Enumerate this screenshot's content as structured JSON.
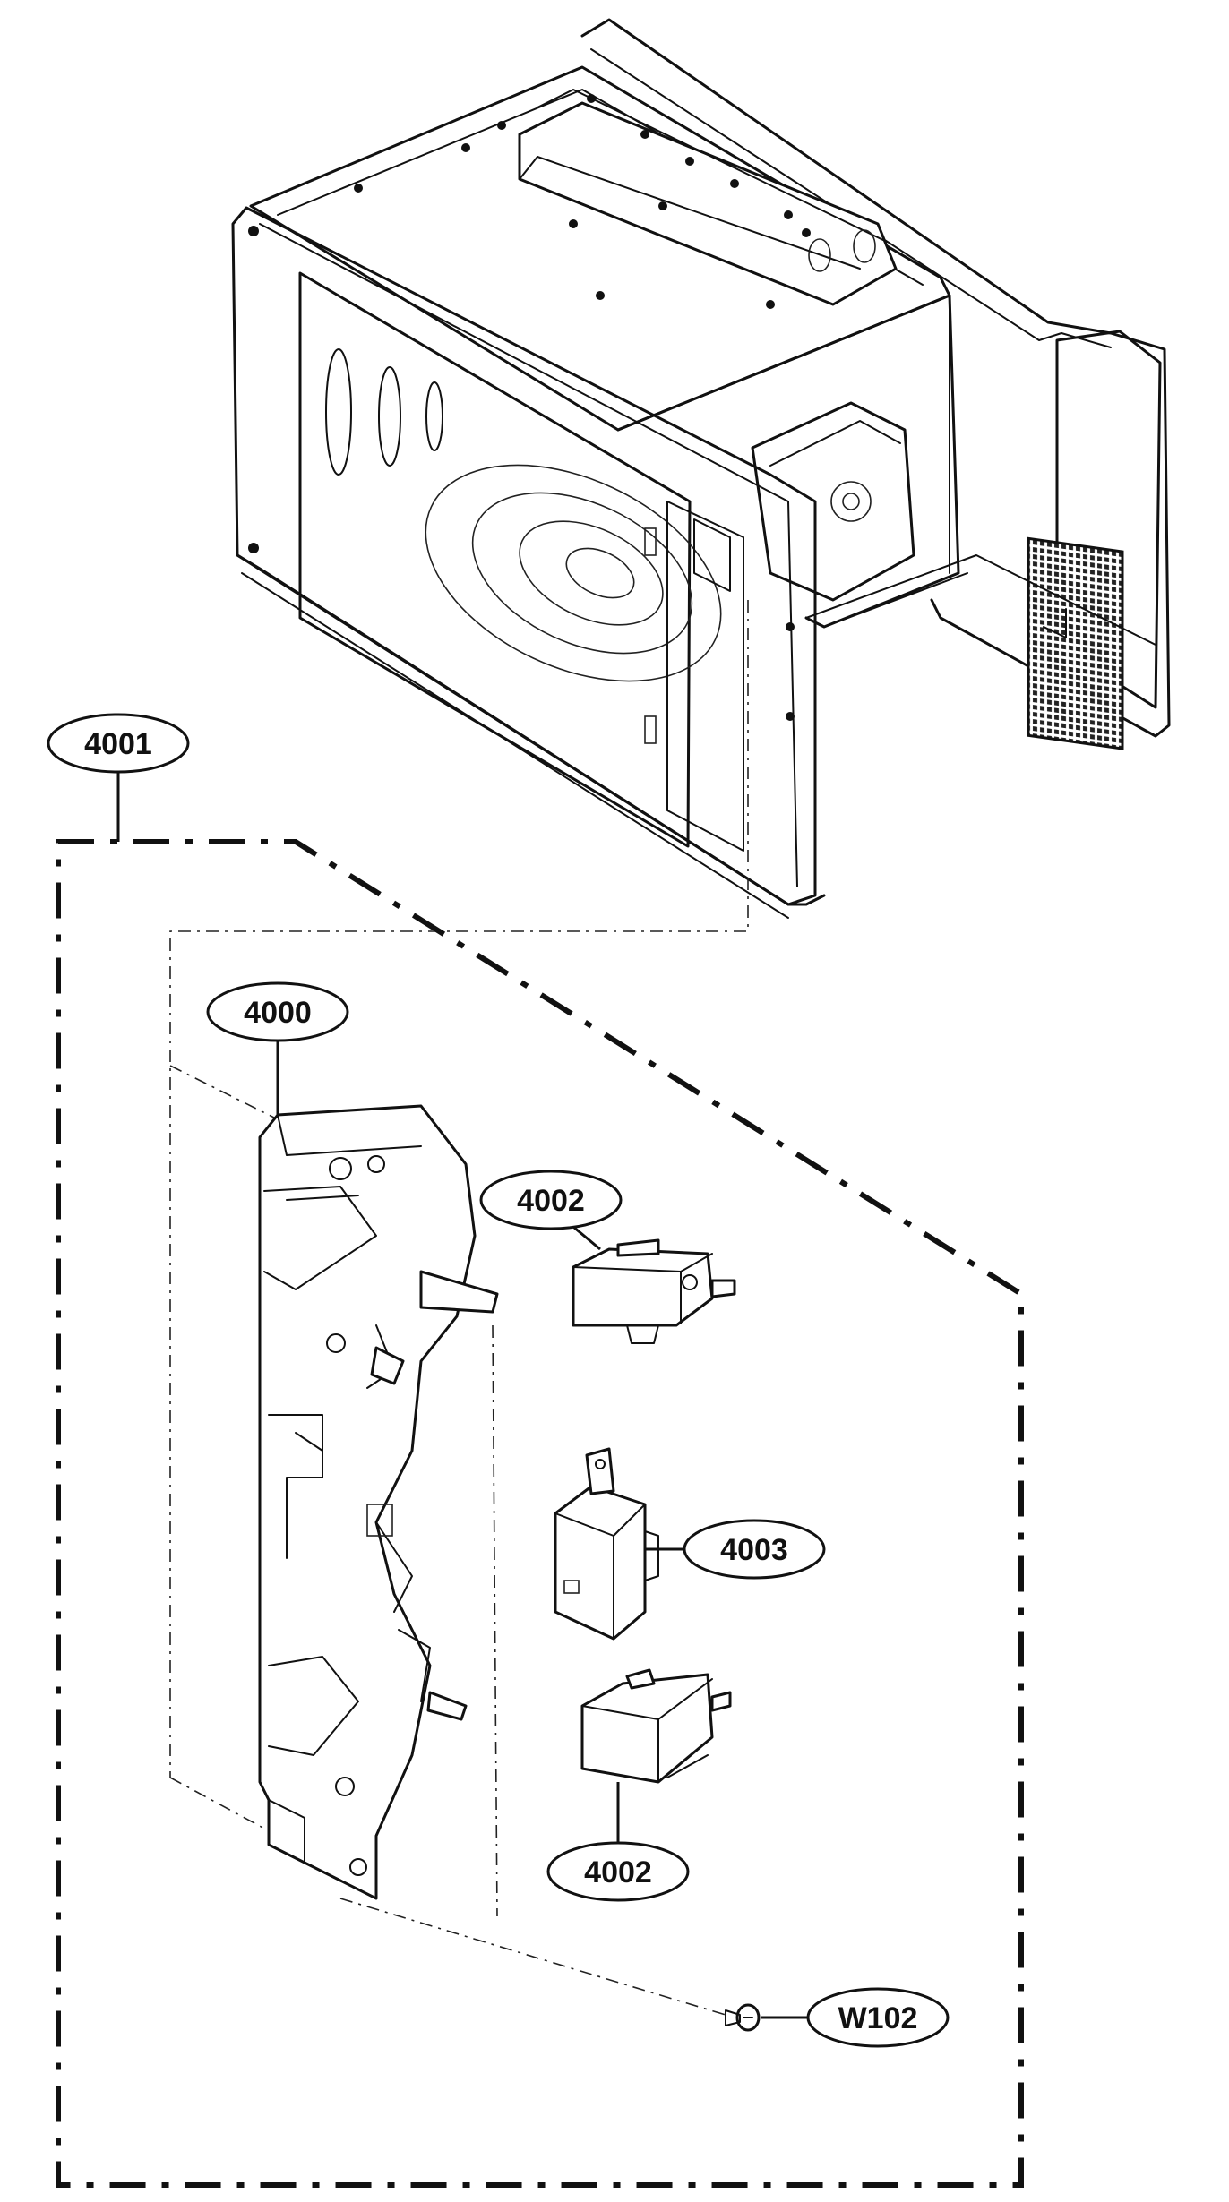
{
  "callouts": {
    "interlock_assembly": "4001",
    "latch_board": "4000",
    "switch_primary": "4002",
    "switch_monitor": "4003",
    "switch_secondary": "4002",
    "screw": "W102"
  }
}
